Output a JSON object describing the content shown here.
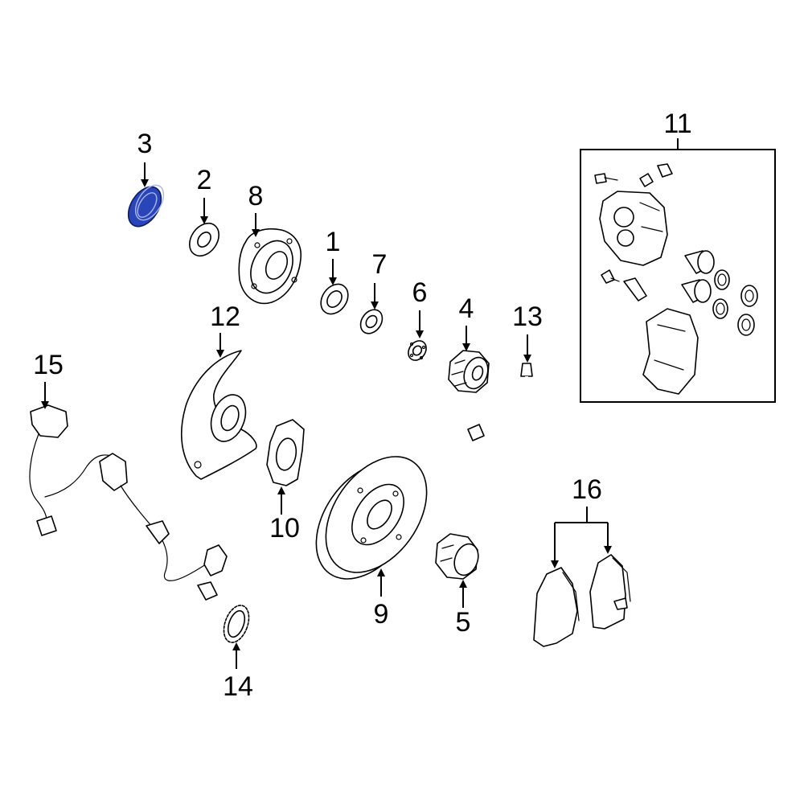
{
  "diagram": {
    "highlight_color": "#2a45b8",
    "highlighted_part": "3",
    "callouts": [
      {
        "id": "c1",
        "label": "1"
      },
      {
        "id": "c2",
        "label": "2"
      },
      {
        "id": "c3",
        "label": "3"
      },
      {
        "id": "c4",
        "label": "4"
      },
      {
        "id": "c5",
        "label": "5"
      },
      {
        "id": "c6",
        "label": "6"
      },
      {
        "id": "c7",
        "label": "7"
      },
      {
        "id": "c8",
        "label": "8"
      },
      {
        "id": "c9",
        "label": "9"
      },
      {
        "id": "c10",
        "label": "10"
      },
      {
        "id": "c11",
        "label": "11"
      },
      {
        "id": "c12",
        "label": "12"
      },
      {
        "id": "c13",
        "label": "13"
      },
      {
        "id": "c14",
        "label": "14"
      },
      {
        "id": "c15",
        "label": "15"
      },
      {
        "id": "c16",
        "label": "16"
      }
    ]
  }
}
